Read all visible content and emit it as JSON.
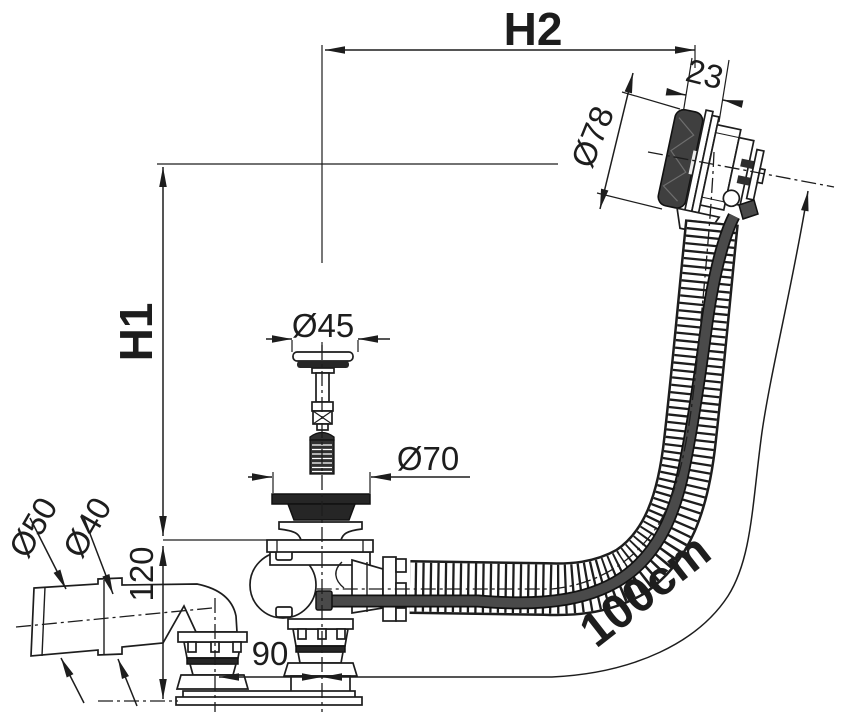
{
  "drawing": {
    "dimensions": {
      "h2": "H2",
      "h1": "H1",
      "plug_diameter": "Ø45",
      "flange_diameter": "Ø70",
      "outlet_diameter_outer": "Ø50",
      "outlet_diameter_inner": "Ø40",
      "under_tub_height": "120",
      "outlet_spacing": "90",
      "overflow_depth": "23",
      "overflow_diameter": "Ø78",
      "hose_length": "100cm"
    },
    "colors": {
      "ink": "#1d1d1d",
      "knob": "#3f3f3f",
      "cable": "#4a4a4a",
      "dark_fill": "#262626",
      "background": "#ffffff"
    }
  }
}
